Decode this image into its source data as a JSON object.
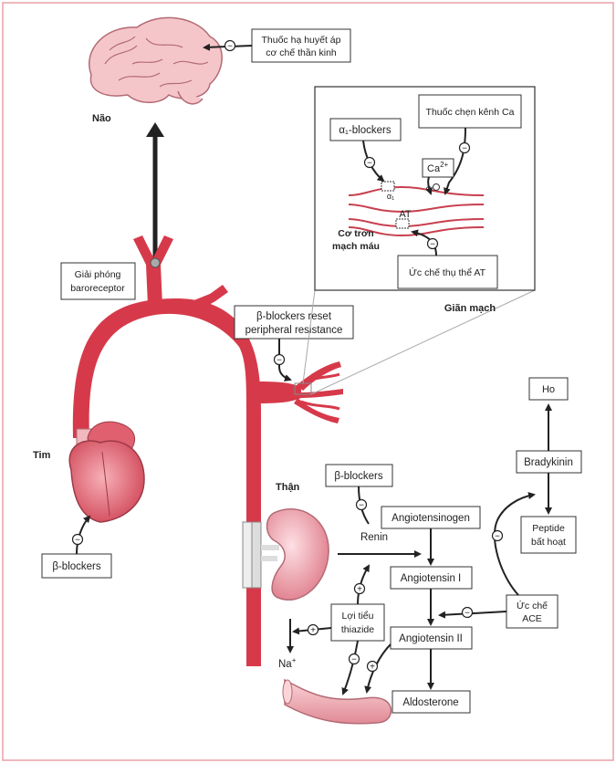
{
  "labels": {
    "brain": "Não",
    "brain_drug": [
      "Thuốc hạ huyết áp",
      "cơ chế thần kinh"
    ],
    "baroreceptor": [
      "Giải phóng",
      "baroreceptor"
    ],
    "beta_reset": [
      "β-blockers reset",
      "peripheral resistance"
    ],
    "heart": "Tim",
    "heart_beta": "β-blockers",
    "kidney": "Thận",
    "kidney_beta": "β-blockers",
    "renin": "Renin",
    "angiotensinogen": "Angiotensinogen",
    "angiotensin1": "Angiotensin I",
    "angiotensin2": "Angiotensin II",
    "aldosterone": "Aldosterone",
    "thiazide": [
      "Lợi tiểu",
      "thiazide"
    ],
    "sodium": "Na",
    "sodium_sup": "+",
    "ace_inhibitor": [
      "Ức chế",
      "ACE"
    ],
    "bradykinin": "Bradykinin",
    "cough": "Ho",
    "inactive_peptide": [
      "Peptide",
      "bất hoạt"
    ],
    "alpha_blockers": "α₁-blockers",
    "ca_blocker": "Thuốc chẹn kênh Ca",
    "calcium": "Ca",
    "calcium_sup": "2+",
    "alpha1_receptor": "α₁",
    "at_receptor": "AT",
    "smooth_muscle": [
      "Cơ trơn",
      "mạch máu"
    ],
    "at_blocker": "Ức chế thụ thể AT",
    "vasodilation": "Giãn mạch"
  },
  "signs": {
    "minus": "−",
    "plus": "+"
  },
  "colors": {
    "vessel": "#d63a4a",
    "vessel_dark": "#b82a3a",
    "heart": "#e06070",
    "kidney": "#e898a4",
    "brain": "#f2c4c8",
    "frame": "#e8a0a8"
  }
}
